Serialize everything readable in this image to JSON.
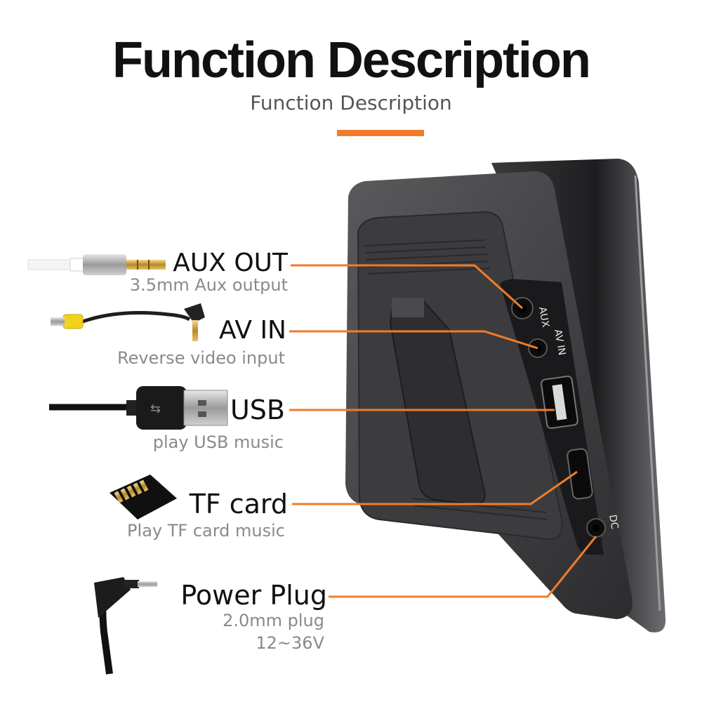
{
  "title": "Function Description",
  "subtitle": "Function Description",
  "accent_color": "#f07c2a",
  "ports": [
    {
      "label": "AUX OUT",
      "desc": "3.5mm Aux output",
      "icon": "aux-cable-icon"
    },
    {
      "label": "AV IN",
      "desc": "Reverse video input",
      "icon": "rca-cable-icon"
    },
    {
      "label": "USB",
      "desc": "play USB music",
      "icon": "usb-cable-icon"
    },
    {
      "label": "TF card",
      "desc": "Play TF card music",
      "icon": "tf-card-icon"
    },
    {
      "label": "Power Plug",
      "desc": "2.0mm plug",
      "desc2": "12~36V",
      "icon": "power-plug-icon"
    }
  ],
  "device_labels": {
    "aux": "AUX",
    "avin": "AV IN",
    "dc": "DC"
  }
}
